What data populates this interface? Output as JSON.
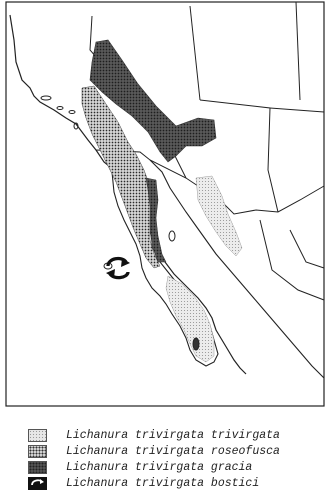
{
  "legend": {
    "items": [
      {
        "label": "Lichanura trivirgata trivirgata",
        "pattern": "light-stipple",
        "color": "#e7e7e7"
      },
      {
        "label": "Lichanura trivirgata roseofusca",
        "pattern": "medium-dots",
        "color": "#c8c8c8"
      },
      {
        "label": "Lichanura trivirgata gracia",
        "pattern": "dark-dense",
        "color": "#555555"
      },
      {
        "label": "Lichanura trivirgata bostici",
        "pattern": "curved-arrow",
        "color": "#111111"
      }
    ]
  },
  "colors": {
    "land_line": "#222222",
    "background": "#ffffff"
  }
}
